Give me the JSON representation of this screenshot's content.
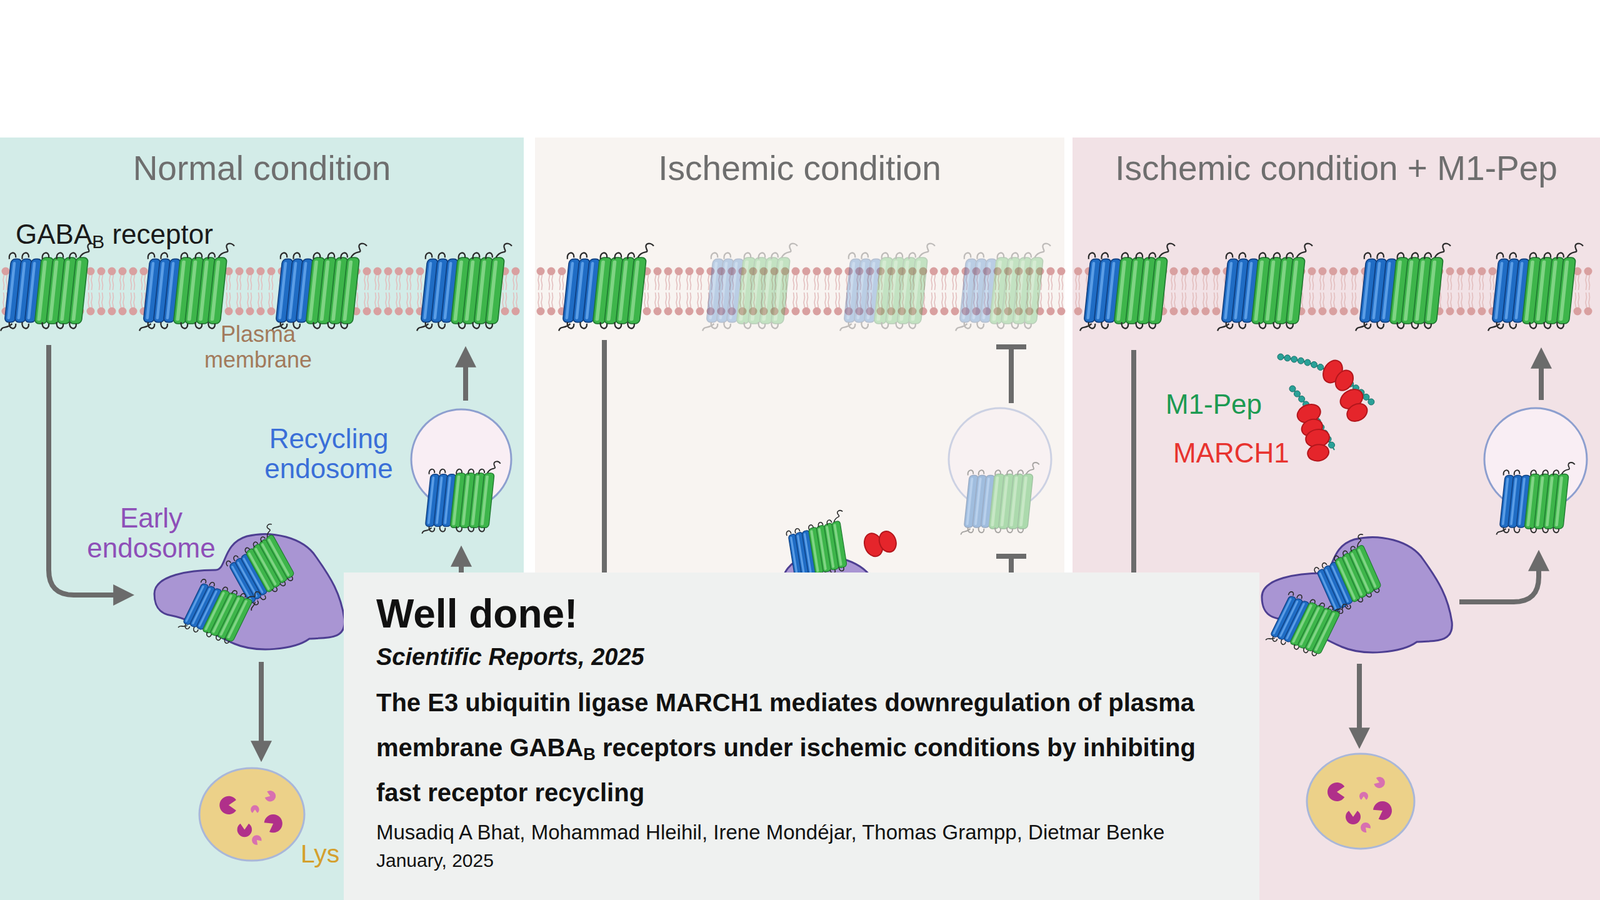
{
  "diagram": {
    "nodes": [
      {
        "text": [
          "Normal condition"
        ]
      },
      {
        "text": [
          "Plasma membrane"
        ],
        "in": 0
      },
      {
        "text": [
          "Recycling endosome"
        ],
        "in": 0
      },
      {
        "text": [
          "Early endosome"
        ],
        "in": 0
      },
      {
        "text": [
          "Lys"
        ],
        "in": 0
      },
      {
        "text": [
          "Ischemic condition"
        ]
      },
      {
        "text": [
          "Ischemic condition + M1-Pep"
        ]
      },
      {
        "text": [
          "Well done!",
          "Scientific Reports, 2025",
          "The E3 ubiquitin ligase MARCH1 mediates downregulation of plasma membrane GABAB receptors under ischemic conditions by inhibiting fast receptor recycling",
          "Musadiq A Bhat, Mohammad Hleihil, Irene Mondéjar, Thomas Grampp, Dietmar Benke",
          "January, 2025"
        ]
      }
    ],
    "edges": [
      {
        "from": 1,
        "to": 3,
        "arrow": "to"
      },
      {
        "from": 3,
        "to": 4,
        "arrow": "to"
      },
      {
        "from": 3,
        "to": 2,
        "arrow": "to"
      },
      {
        "from": 2,
        "to": 1,
        "arrow": "to"
      }
    ],
    "labels": [
      "GABAB receptor",
      "M1-Pep",
      "MARCH1"
    ]
  }
}
